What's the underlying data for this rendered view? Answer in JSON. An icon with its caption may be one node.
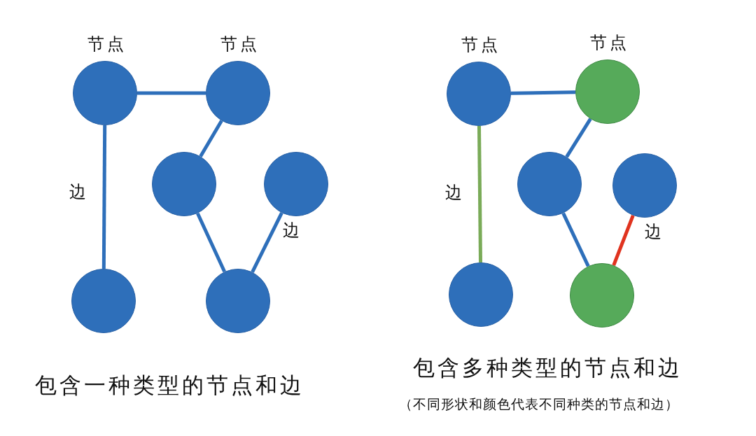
{
  "diagram": {
    "nodes": [
      {
        "text": [],
        "shape": "circle",
        "beside": [
          "节点"
        ]
      },
      {
        "text": [],
        "shape": "circle",
        "beside": [
          "节点"
        ]
      },
      {
        "text": [],
        "shape": "circle"
      },
      {
        "text": [],
        "shape": "circle"
      },
      {
        "text": [],
        "shape": "circle"
      },
      {
        "text": [],
        "shape": "circle"
      },
      {
        "text": [],
        "shape": "circle",
        "beside": [
          "节点"
        ]
      },
      {
        "text": [],
        "shape": "circle",
        "beside": [
          "节点"
        ]
      },
      {
        "text": [],
        "shape": "circle"
      },
      {
        "text": [],
        "shape": "circle"
      },
      {
        "text": [],
        "shape": "circle"
      },
      {
        "text": [],
        "shape": "circle"
      }
    ],
    "edges": [
      {
        "from": 0,
        "to": 1,
        "arrow": "none"
      },
      {
        "from": 0,
        "to": 4,
        "arrow": "none",
        "label": "边"
      },
      {
        "from": 1,
        "to": 2,
        "arrow": "none"
      },
      {
        "from": 2,
        "to": 5,
        "arrow": "none"
      },
      {
        "from": 3,
        "to": 5,
        "arrow": "none",
        "label": "边"
      },
      {
        "from": 6,
        "to": 7,
        "arrow": "none"
      },
      {
        "from": 6,
        "to": 10,
        "arrow": "none",
        "label": "边",
        "color": "#7aab58"
      },
      {
        "from": 7,
        "to": 8,
        "arrow": "none"
      },
      {
        "from": 8,
        "to": 11,
        "arrow": "none"
      },
      {
        "from": 9,
        "to": 11,
        "arrow": "none",
        "label": "边",
        "color": "#e0331f"
      }
    ],
    "labels": [
      "包含一种类型的节点和边",
      "包含多种类型的节点和边",
      "（不同形状和颜色代表不同种类的节点和边）"
    ]
  }
}
